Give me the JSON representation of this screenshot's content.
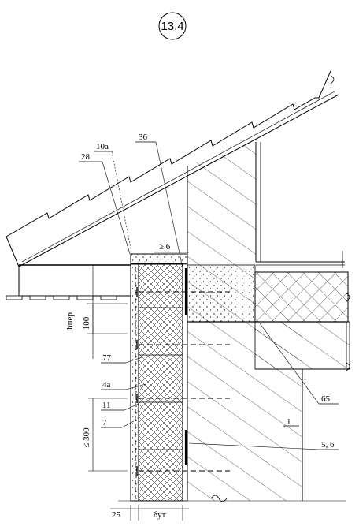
{
  "detail_id": "13.4",
  "callouts": {
    "c10a": "10а",
    "c36": "36",
    "c28": "28",
    "c77": "77",
    "c4a": "4а",
    "c11": "11",
    "c7": "7",
    "c65": "65",
    "c1": "1",
    "c56": "5, 6"
  },
  "dimensions": {
    "gap": "≥ 6",
    "d100": "100",
    "hlintel": "hпер",
    "dmax": "≤ 300",
    "d25": "25",
    "dinsul": "δут"
  }
}
